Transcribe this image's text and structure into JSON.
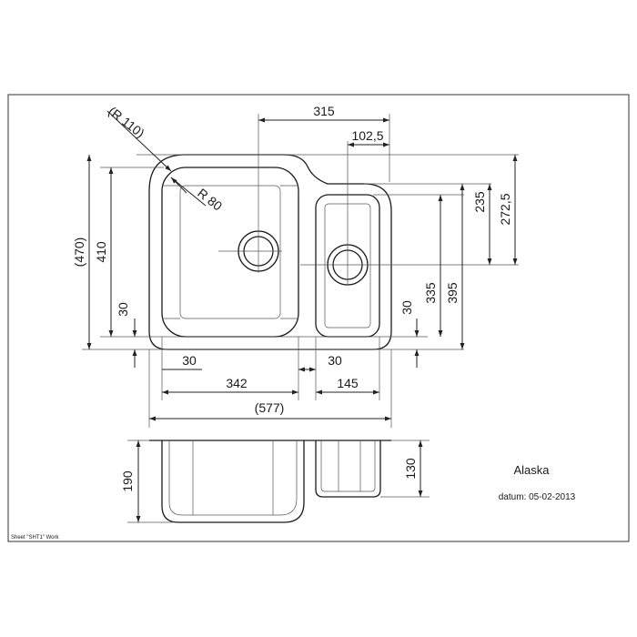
{
  "title": "Alaska",
  "date": "datum: 05-02-2013",
  "sheet": "Sheet \"SHT1\" Work",
  "dimensions": {
    "d315": "315",
    "d102_5": "102,5",
    "r110": "(R 110)",
    "r80": "R 80",
    "d470": "(470)",
    "d410": "410",
    "d30_left": "30",
    "d235": "235",
    "d272_5": "272,5",
    "d30_right": "30",
    "d335": "335",
    "d395": "395",
    "d30_bottom_left": "30",
    "d30_bottom_right": "30",
    "d342": "342",
    "d145": "145",
    "d577": "(577)",
    "d190": "190",
    "d130": "130"
  }
}
